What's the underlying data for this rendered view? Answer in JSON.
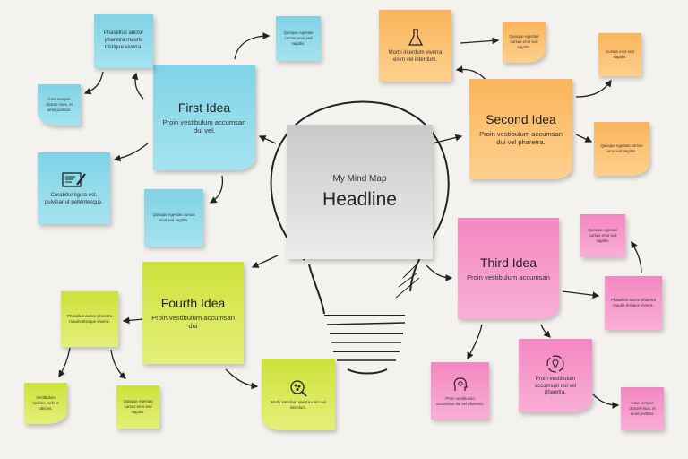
{
  "center": {
    "subtitle": "My Mind Map",
    "title": "Headline"
  },
  "first": {
    "title": "First Idea",
    "body": "Proin vestibulum accumsan dui vel.",
    "n_top": "Phasellus auctor pharetra mauris tristique viverra.",
    "n_top_right": "Quisque egestas cursus eros sed sagittis.",
    "n_left": "Cras semper dictum risus, et amet porttitor.",
    "n_bottom_left": "Curabitur ligula est, pulvinar ut pellentesque.",
    "n_bottom": "Quisque egestas cursus eros sed sagittis."
  },
  "second": {
    "title": "Second Idea",
    "body": "Proin vestibulum accumsan dui vel pharetra.",
    "n_top_left": "Morbi interdum viverra enim vel interdum.",
    "n_top_mid": "Quisque egestas cursus eros sed sagittis.",
    "n_right": "Cursus eros sed sagittis.",
    "n_bottom": "Quisque egestas cursus eros sed sagittis."
  },
  "third": {
    "title": "Third Idea",
    "body": "Proin vestibulum accumsan",
    "n_top": "Quisque egestas cursus eros sed sagittis.",
    "n_right": "Phasellus auctor pharetra mauris tristique viverra.",
    "n_bottom_mid": "Proin vestibulum accumsan dui vel pharetra.",
    "n_bottom_left": "Proin vestibulum accumsan dui vel pharetra.",
    "n_bottom_right": "Cras semper dictum risus, et amet porttitor."
  },
  "fourth": {
    "title": "Fourth Idea",
    "body": "Proin vestibulum accumsan dui",
    "n_left": "Phasellus auctor pharetra mauris tristique viverra.",
    "n_bottom_right": "Morbi interdum viverra enim vel interdum.",
    "n_far_left": "Vestibulum facilisis, velit et ultrices.",
    "n_far_mid": "Quisque egestas cursus eros sed sagittis."
  }
}
